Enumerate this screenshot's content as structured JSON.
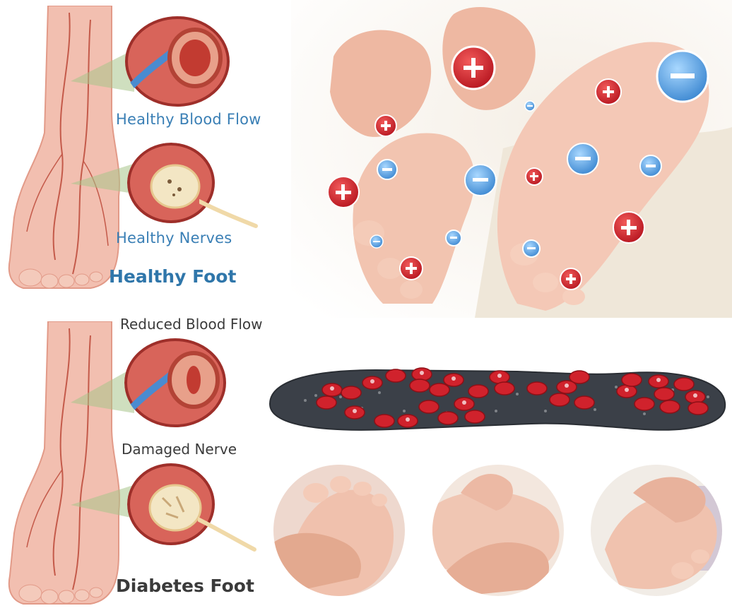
{
  "labels": {
    "healthy_blood_flow": "Healthy Blood Flow",
    "healthy_nerves": "Healthy Nerves",
    "healthy_foot": "Healthy Foot",
    "reduced_blood_flow": "Reduced Blood Flow",
    "damaged_nerve": "Damaged Nerve",
    "diabetes_foot": "Diabetes Foot"
  },
  "icons": {
    "positive_ion": "plus-ion-icon",
    "negative_ion": "minus-ion-icon"
  },
  "colors": {
    "label_blue": "#3a7fb5",
    "label_dark": "#3b3b3b",
    "ion_positive": "#d9232e",
    "ion_negative": "#5aa9e6",
    "skin": "#f0b8a8",
    "insole": "#3b4048"
  }
}
